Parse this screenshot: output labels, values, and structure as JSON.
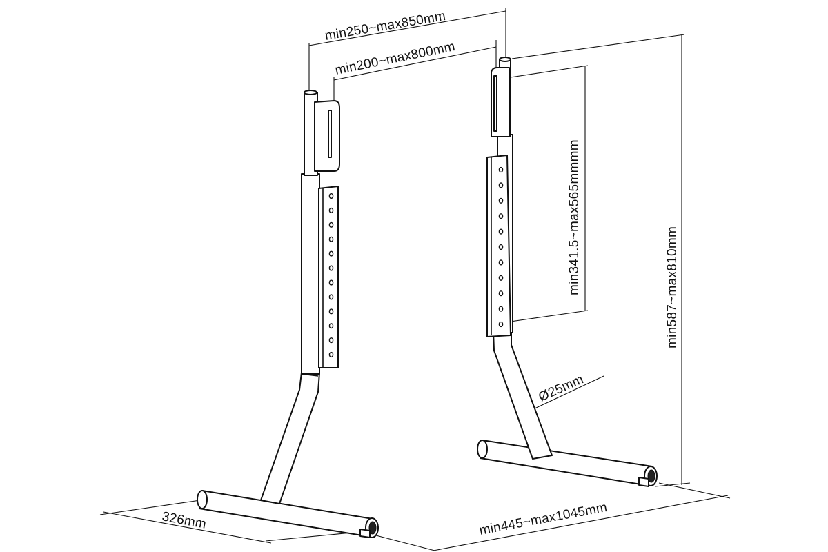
{
  "diagram": {
    "labels": {
      "top_width": "min250~max850mm",
      "inner_width": "min200~max800mm",
      "bracket_height": "min341.5~max565mmmm",
      "total_height": "min587~max810mm",
      "tube_diameter": "Ø25mm",
      "base_depth": "326mm",
      "base_width": "min445~max1045mm"
    },
    "colors": {
      "line": "#111111",
      "background": "#ffffff"
    },
    "hole_count_left": 12,
    "hole_count_right": 11
  }
}
